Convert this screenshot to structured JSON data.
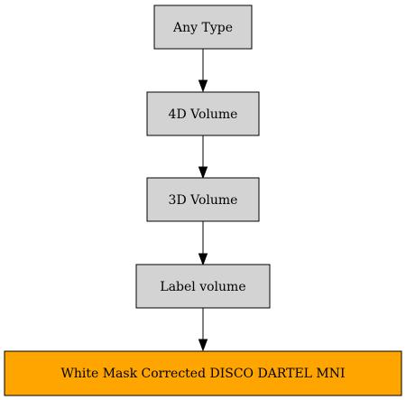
{
  "diagram": {
    "nodes": [
      {
        "id": "any-type",
        "label": "Any Type",
        "fill": "#d3d3d3",
        "border": "#000000"
      },
      {
        "id": "4d-volume",
        "label": "4D Volume",
        "fill": "#d3d3d3",
        "border": "#000000"
      },
      {
        "id": "3d-volume",
        "label": "3D Volume",
        "fill": "#d3d3d3",
        "border": "#000000"
      },
      {
        "id": "label-volume",
        "label": "Label volume",
        "fill": "#d3d3d3",
        "border": "#000000"
      },
      {
        "id": "white-mask",
        "label": "White Mask Corrected DISCO DARTEL MNI",
        "fill": "#ffa500",
        "border": "#ffa500"
      }
    ],
    "edges": [
      {
        "from": "any-type",
        "to": "4d-volume"
      },
      {
        "from": "4d-volume",
        "to": "3d-volume"
      },
      {
        "from": "3d-volume",
        "to": "label-volume"
      },
      {
        "from": "label-volume",
        "to": "white-mask"
      }
    ]
  }
}
